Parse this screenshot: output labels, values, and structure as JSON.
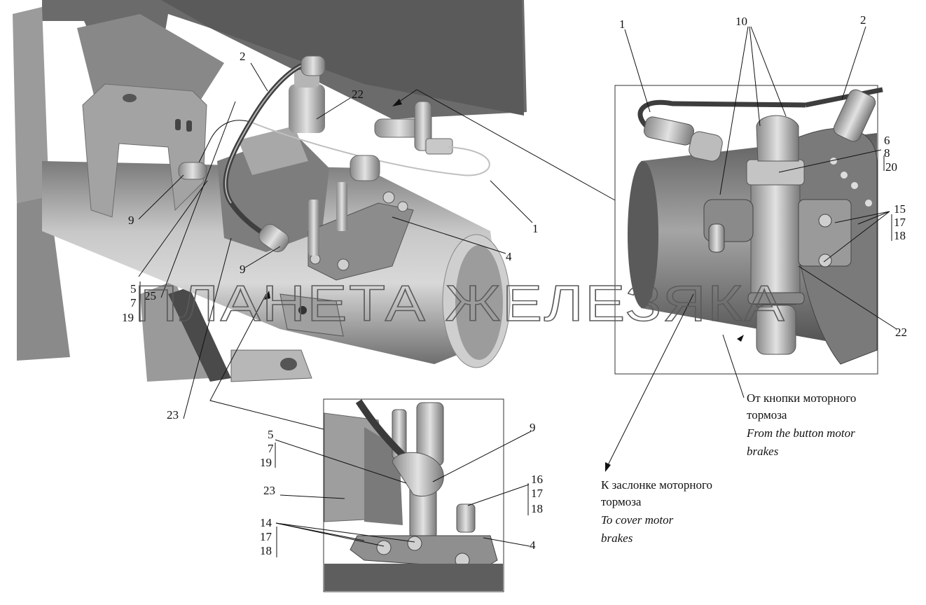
{
  "watermark": "ПЛАНЕТА ЖЕЛЕЗЯКА",
  "main_view": {
    "callouts": {
      "c2": "2",
      "c22": "22",
      "c1": "1",
      "c4": "4",
      "c9a": "9",
      "c9b": "9",
      "c5": "5",
      "c7": "7",
      "c19": "19",
      "c25": "25",
      "c23": "23"
    }
  },
  "detail_top_right": {
    "callouts": {
      "c1": "1",
      "c10": "10",
      "c2": "2",
      "c6": "6",
      "c8": "8",
      "c20": "20",
      "c15": "15",
      "c17": "17",
      "c18": "18",
      "c22": "22"
    }
  },
  "detail_bottom": {
    "callouts": {
      "c9": "9",
      "c5": "5",
      "c7": "7",
      "c19": "19",
      "c23": "23",
      "c16": "16",
      "c17a": "17",
      "c18a": "18",
      "c14": "14",
      "c17b": "17",
      "c18b": "18",
      "c4": "4"
    }
  },
  "annotations": {
    "from_button_ru_1": "От кнопки моторного",
    "from_button_ru_2": "тормоза",
    "from_button_en_1": "From the button motor",
    "from_button_en_2": "brakes",
    "to_cover_ru_1": "К заслонке моторного",
    "to_cover_ru_2": "тормоза",
    "to_cover_en_1": "To cover motor",
    "to_cover_en_2": "brakes"
  }
}
